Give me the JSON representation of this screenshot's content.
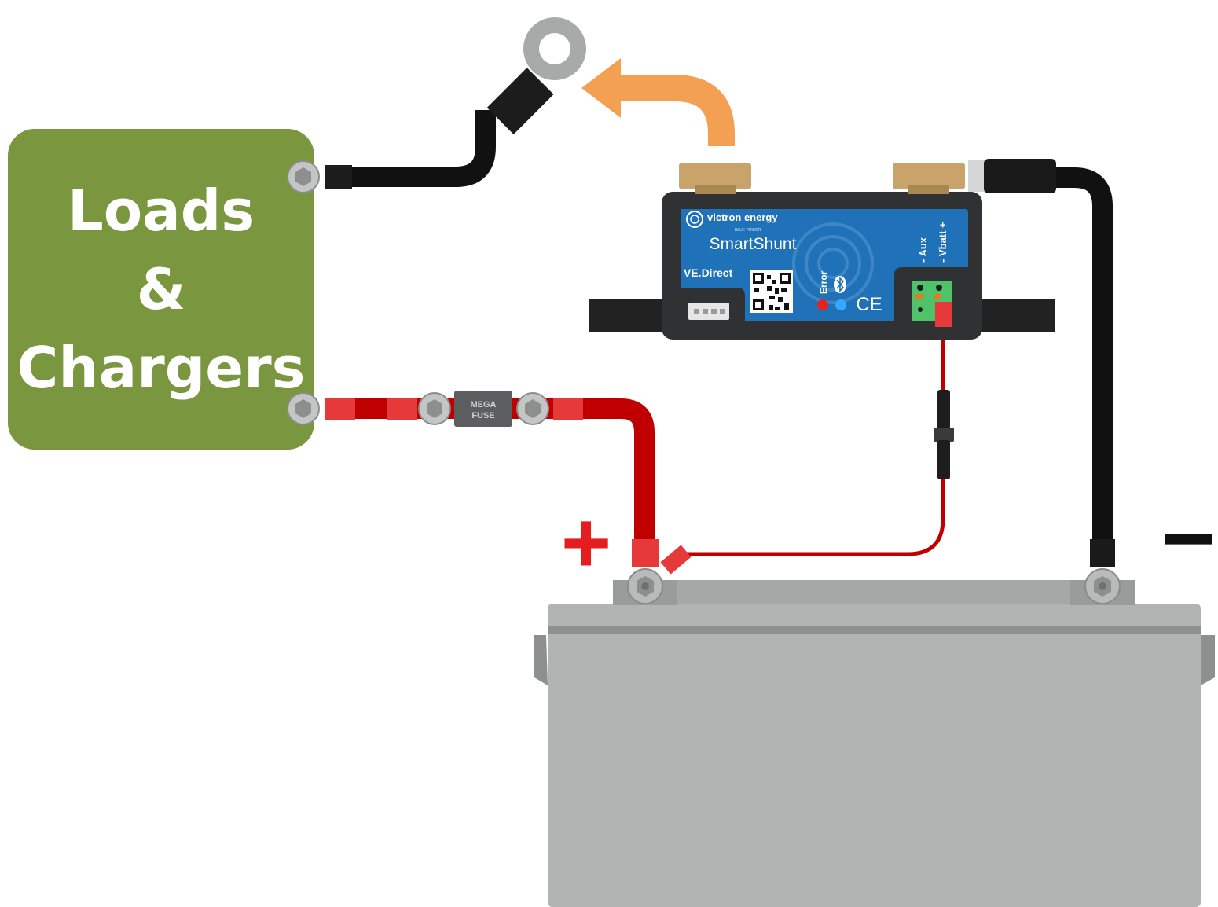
{
  "loads_box": {
    "line1": "Loads",
    "line2": "&",
    "line3": "Chargers"
  },
  "fuse": {
    "line1": "MEGA",
    "line2": "FUSE"
  },
  "smartshunt": {
    "brand": "victron energy",
    "brand_tagline": "BLUE POWER",
    "model": "SmartShunt",
    "vedirect_label": "VE.Direct",
    "error_label": "Error",
    "ce_mark": "CE",
    "aux_label": "- Aux",
    "vbatt_label": "- Vbatt +"
  },
  "battery": {
    "plus_sign": "+",
    "minus_sign": "−"
  },
  "colors": {
    "loads_box": "#7a963f",
    "positive_cable": "#c00000",
    "negative_cable": "#111111",
    "shunt_panel": "#1f72b8",
    "battery_body": "#b2b3b3",
    "arrow": "#f4a052",
    "brass": "#c8a46a"
  }
}
